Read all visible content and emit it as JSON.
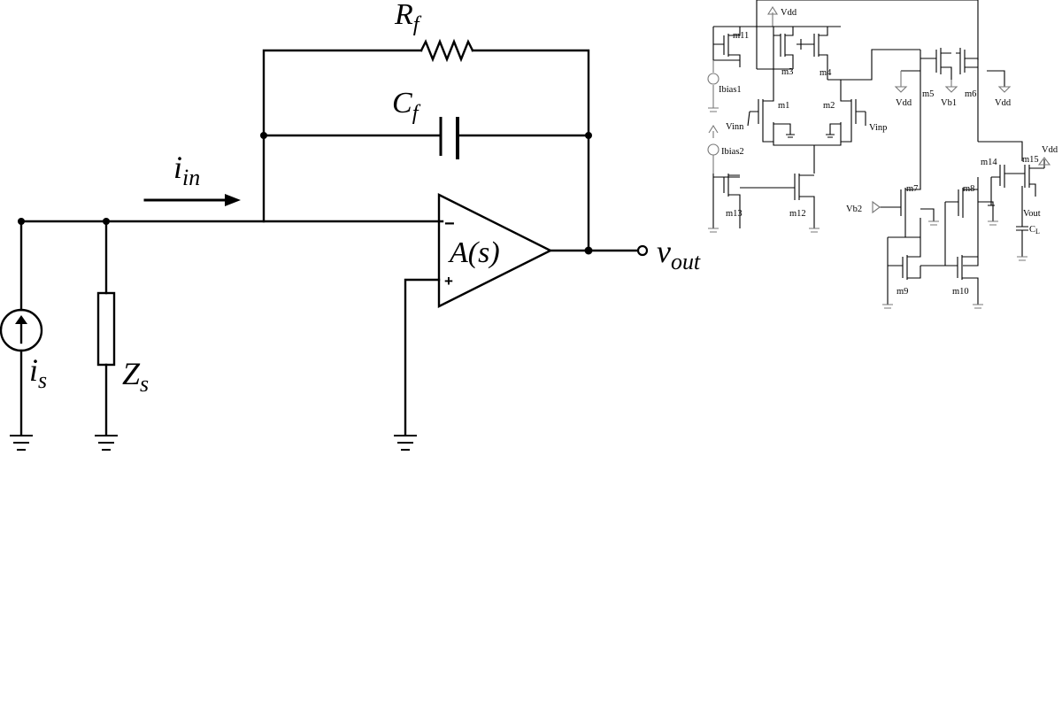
{
  "left_circuit": {
    "labels": {
      "rf_main": "R",
      "rf_sub": "f",
      "cf_main": "C",
      "cf_sub": "f",
      "iin_main": "i",
      "iin_sub": "in",
      "is_main": "i",
      "is_sub": "s",
      "zs_main": "Z",
      "zs_sub": "s",
      "amp": "A(s)",
      "vout_main": "v",
      "vout_sub": "out",
      "minus": "−",
      "plus": "+"
    }
  },
  "right_circuit": {
    "labels": {
      "vdd_top": "Vdd",
      "m11": "m11",
      "m3": "m3",
      "m4": "m4",
      "ibias1": "Ibias1",
      "ibias2": "Ibias2",
      "m1": "m1",
      "m2": "m2",
      "vinn": "Vinn",
      "vinp": "Vinp",
      "m13": "m13",
      "m12": "m12",
      "m5": "m5",
      "m6": "m6",
      "vb1": "Vb1",
      "vdd_m5": "Vdd",
      "vdd_m6": "Vdd",
      "m14": "m14",
      "m15": "m15",
      "vdd_m15": "Vdd",
      "m7": "m7",
      "m8": "m8",
      "vb2": "Vb2",
      "vout": "Vout",
      "cl_main": "C",
      "cl_sub": "L",
      "m9": "m9",
      "m10": "m10"
    }
  }
}
